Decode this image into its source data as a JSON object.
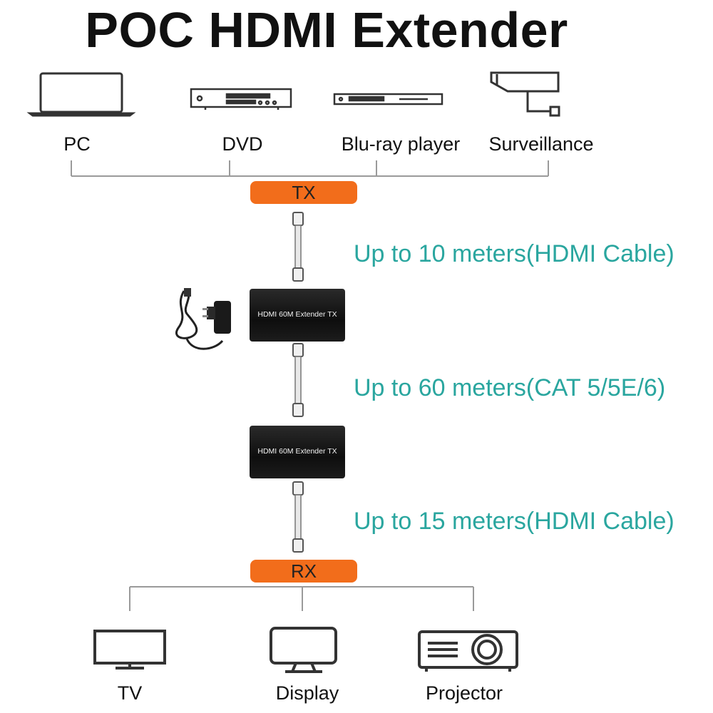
{
  "title": "POC HDMI Extender",
  "sources": [
    {
      "label": "PC",
      "icon": "laptop-icon"
    },
    {
      "label": "DVD",
      "icon": "dvd-player-icon"
    },
    {
      "label": "Blu-ray player",
      "icon": "bluray-player-icon"
    },
    {
      "label": "Surveillance",
      "icon": "security-camera-icon"
    }
  ],
  "tx_label": "TX",
  "rx_label": "RX",
  "distances": [
    "Up to 10 meters(HDMI Cable)",
    "Up to 60 meters(CAT 5/5E/6)",
    "Up to 15 meters(HDMI Cable)"
  ],
  "devices": {
    "tx_unit_label": "HDMI 60M Extender TX",
    "rx_unit_label": "HDMI 60M Extender TX"
  },
  "outputs": [
    {
      "label": "TV",
      "icon": "tv-icon"
    },
    {
      "label": "Display",
      "icon": "monitor-icon"
    },
    {
      "label": "Projector",
      "icon": "projector-icon"
    }
  ],
  "colors": {
    "pill": "#f26d1b",
    "distance_text": "#2aa69f",
    "line": "#9a9a9a",
    "icon_stroke": "#333333"
  }
}
